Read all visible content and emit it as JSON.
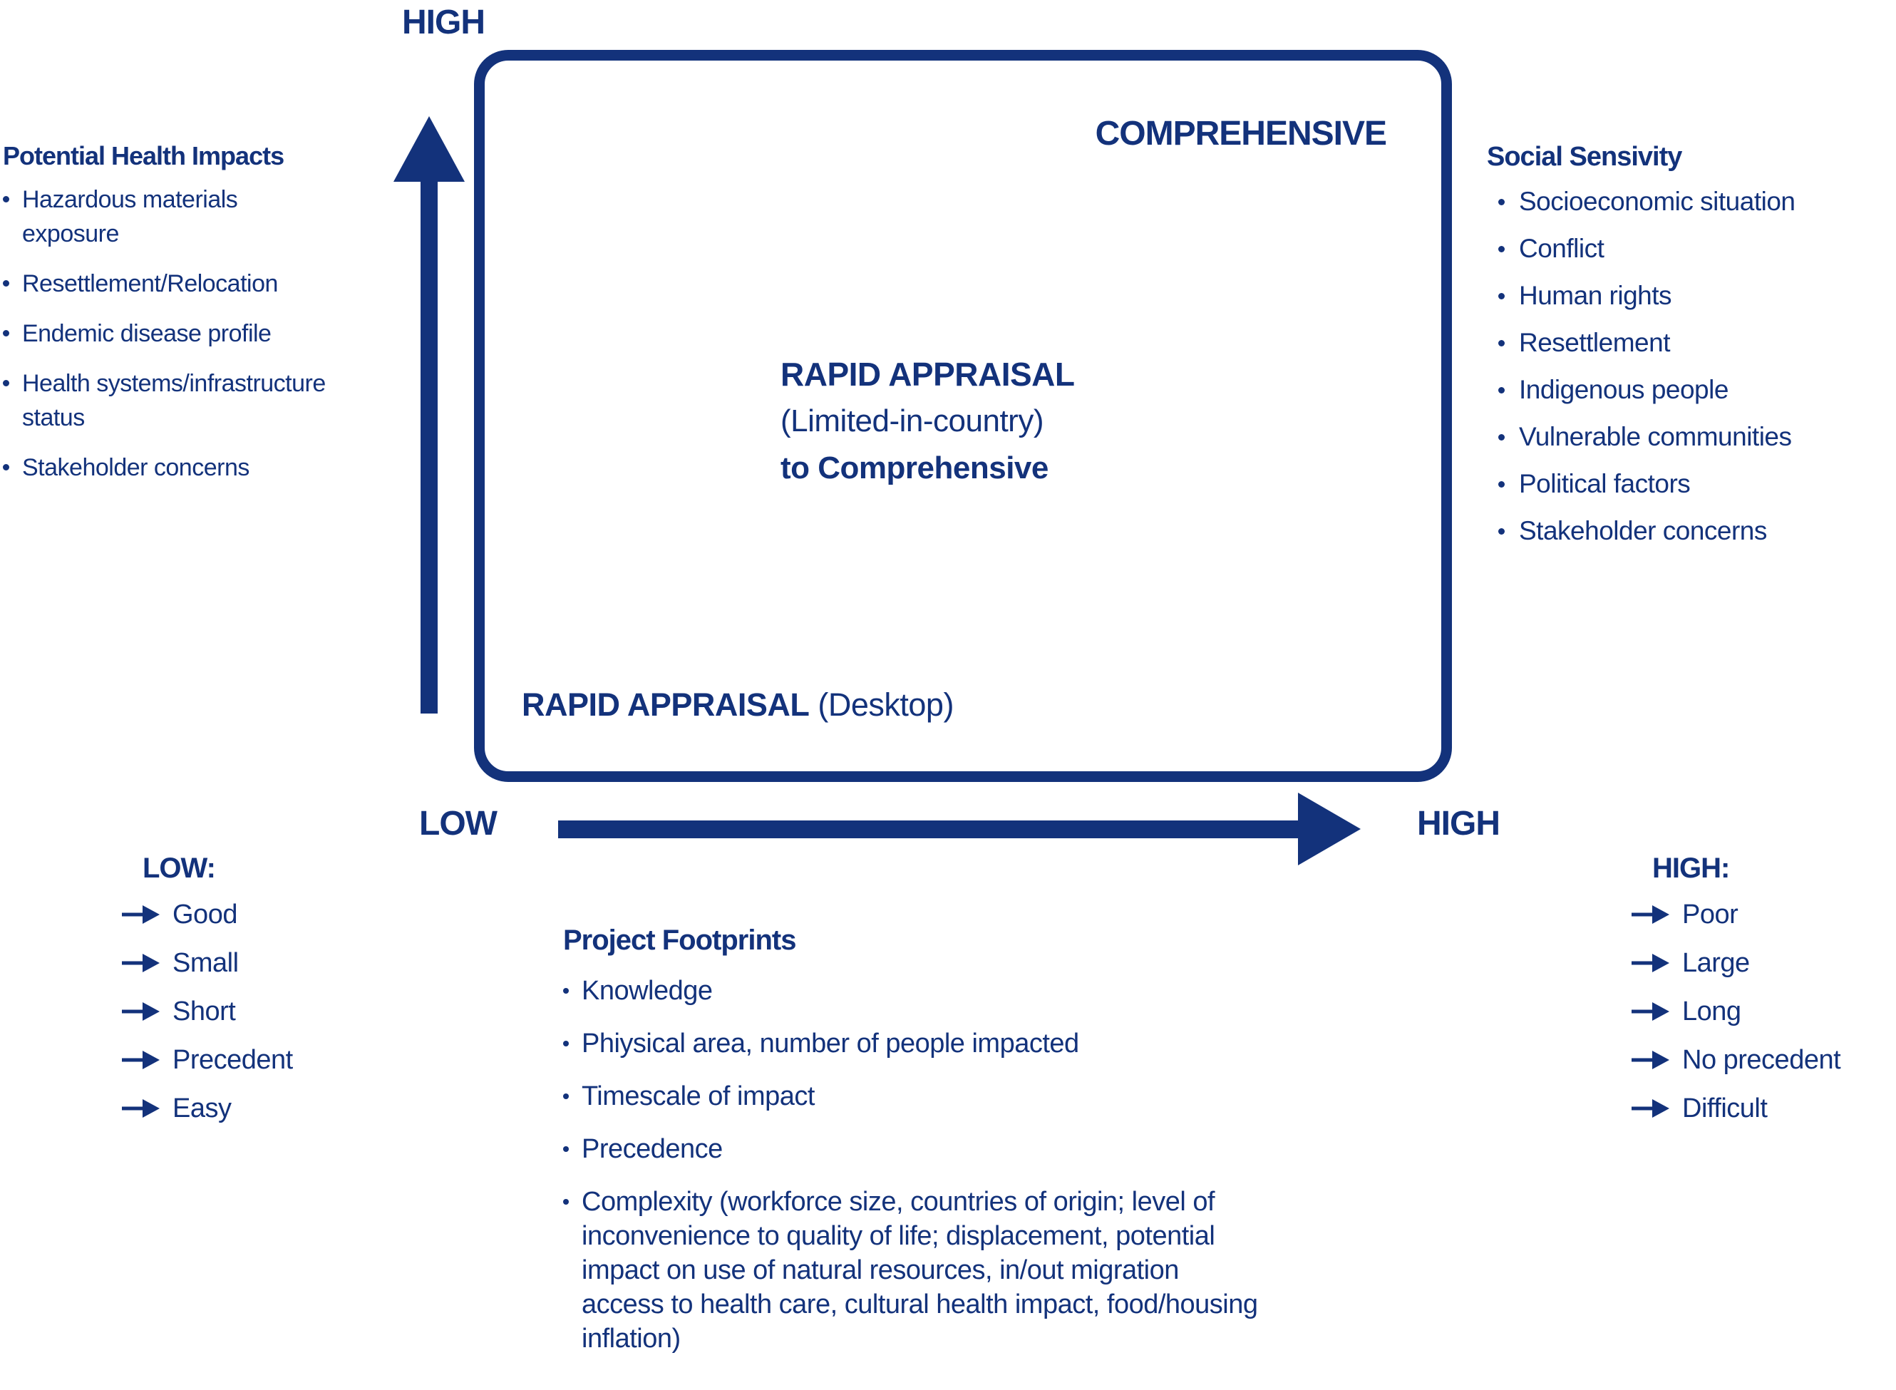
{
  "colors": {
    "primary_navy": "#13327b",
    "background": "#ffffff"
  },
  "matrix": {
    "y_axis": {
      "top_label": "HIGH"
    },
    "x_axis": {
      "left_label": "LOW",
      "right_label": "HIGH"
    },
    "box": {
      "top_right_label": "COMPREHENSIVE",
      "center_line1": "RAPID APPRAISAL",
      "center_line2": "(Limited-in-country)",
      "center_line3": "to Comprehensive",
      "bottom_left_bold": "RAPID APPRAISAL",
      "bottom_left_regular": "(Desktop)"
    }
  },
  "left_panel": {
    "title": "Potential Health Impacts",
    "items": [
      "Hazardous materials exposure",
      "Resettlement/Relocation",
      "Endemic disease profile",
      "Health systems/infrastructure status",
      "Stakeholder concerns"
    ]
  },
  "right_panel": {
    "title": "Social Sensivity",
    "items": [
      "Socioeconomic situation",
      "Conflict",
      "Human rights",
      "Resettlement",
      "Indigenous people",
      "Vulnerable communities",
      "Political factors",
      "Stakeholder concerns"
    ]
  },
  "low_legend": {
    "title": "LOW:",
    "items": [
      "Good",
      "Small",
      "Short",
      "Precedent",
      "Easy"
    ]
  },
  "high_legend": {
    "title": "HIGH:",
    "items": [
      "Poor",
      "Large",
      "Long",
      "No precedent",
      "Difficult"
    ]
  },
  "footprints": {
    "title": "Project Footprints",
    "items": [
      "Knowledge",
      "Phiysical area, number of people impacted",
      "Timescale of impact",
      "Precedence",
      "Complexity (workforce size, countries of origin; level of inconvenience to quality of life; displacement, potential impact on use of natural resources, in/out migration access to health care, cultural health impact, food/housing inflation)"
    ]
  }
}
